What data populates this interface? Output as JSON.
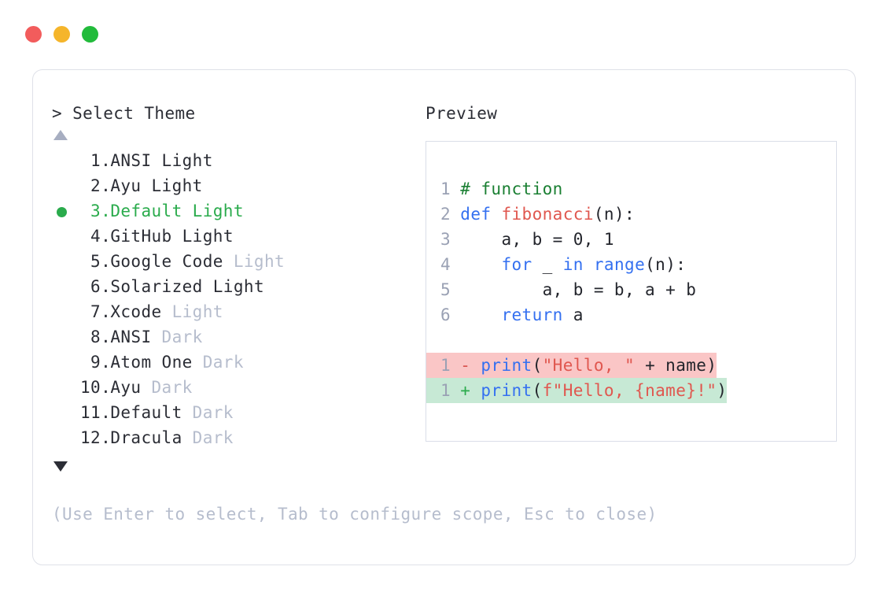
{
  "window": {
    "dots": [
      {
        "name": "close",
        "color": "#f25c5c"
      },
      {
        "name": "minimize",
        "color": "#f5b52b"
      },
      {
        "name": "maximize",
        "color": "#22bb3b"
      }
    ]
  },
  "left": {
    "prompt": "> Select Theme",
    "scroll_up_icon": "triangle-up-icon",
    "scroll_down_icon": "triangle-down-icon",
    "selected_index": 3,
    "items": [
      {
        "num": " 1.",
        "name": "ANSI",
        "suffix": "Light",
        "muted": false,
        "selected": false
      },
      {
        "num": " 2.",
        "name": "Ayu",
        "suffix": "Light",
        "muted": false,
        "selected": false
      },
      {
        "num": " 3.",
        "name": "Default",
        "suffix": "Light",
        "muted": false,
        "selected": true
      },
      {
        "num": " 4.",
        "name": "GitHub",
        "suffix": "Light",
        "muted": false,
        "selected": false
      },
      {
        "num": " 5.",
        "name": "Google Code",
        "suffix": "Light",
        "muted": true,
        "selected": false
      },
      {
        "num": " 6.",
        "name": "Solarized",
        "suffix": "Light",
        "muted": false,
        "selected": false
      },
      {
        "num": " 7.",
        "name": "Xcode",
        "suffix": "Light",
        "muted": true,
        "selected": false
      },
      {
        "num": " 8.",
        "name": "ANSI",
        "suffix": "Dark",
        "muted": true,
        "selected": false
      },
      {
        "num": " 9.",
        "name": "Atom One",
        "suffix": "Dark",
        "muted": true,
        "selected": false
      },
      {
        "num": "10.",
        "name": "Ayu",
        "suffix": "Dark",
        "muted": true,
        "selected": false
      },
      {
        "num": "11.",
        "name": "Default",
        "suffix": "Dark",
        "muted": true,
        "selected": false
      },
      {
        "num": "12.",
        "name": "Dracula",
        "suffix": "Dark",
        "muted": true,
        "selected": false
      }
    ]
  },
  "help": {
    "text": "(Use Enter to select, Tab to configure scope, Esc to close)"
  },
  "preview": {
    "label": "Preview",
    "code_lines": [
      {
        "num": "1",
        "tokens": [
          {
            "t": "# function",
            "c": "comment"
          }
        ]
      },
      {
        "num": "2",
        "tokens": [
          {
            "t": "def ",
            "c": "keyword"
          },
          {
            "t": "fibonacci",
            "c": "func"
          },
          {
            "t": "(n):",
            "c": "plain"
          }
        ]
      },
      {
        "num": "3",
        "tokens": [
          {
            "t": "    a, b = 0, 1",
            "c": "plain"
          }
        ]
      },
      {
        "num": "4",
        "tokens": [
          {
            "t": "    ",
            "c": "plain"
          },
          {
            "t": "for",
            "c": "keyword"
          },
          {
            "t": " _ ",
            "c": "plain"
          },
          {
            "t": "in",
            "c": "keyword"
          },
          {
            "t": " ",
            "c": "plain"
          },
          {
            "t": "range",
            "c": "builtin"
          },
          {
            "t": "(n):",
            "c": "plain"
          }
        ]
      },
      {
        "num": "5",
        "tokens": [
          {
            "t": "        a, b = b, a + b",
            "c": "plain"
          }
        ]
      },
      {
        "num": "6",
        "tokens": [
          {
            "t": "    ",
            "c": "plain"
          },
          {
            "t": "return",
            "c": "keyword"
          },
          {
            "t": " a",
            "c": "plain"
          }
        ]
      }
    ],
    "diff_lines": [
      {
        "num": "1",
        "mark": "-",
        "kind": "removed",
        "tokens": [
          {
            "t": "print",
            "c": "builtin"
          },
          {
            "t": "(",
            "c": "plain"
          },
          {
            "t": "\"Hello, \"",
            "c": "string"
          },
          {
            "t": " + name)",
            "c": "plain"
          }
        ]
      },
      {
        "num": "1",
        "mark": "+",
        "kind": "added",
        "tokens": [
          {
            "t": "print",
            "c": "builtin"
          },
          {
            "t": "(",
            "c": "plain"
          },
          {
            "t": "f\"Hello, {name}!\"",
            "c": "string"
          },
          {
            "t": ")",
            "c": "plain"
          }
        ]
      }
    ]
  },
  "colors": {
    "accent_green": "#2aab4c",
    "muted": "#b6bdcd",
    "text": "#2b2d35",
    "diff_removed_bg": "#fac6c6",
    "diff_added_bg": "#c7e9d5",
    "comment": "#1a7f32",
    "keyword": "#3470f0",
    "func": "#e0574f",
    "string": "#e0574f",
    "card_border": "#dfe1e8",
    "preview_border": "#dadee8"
  }
}
